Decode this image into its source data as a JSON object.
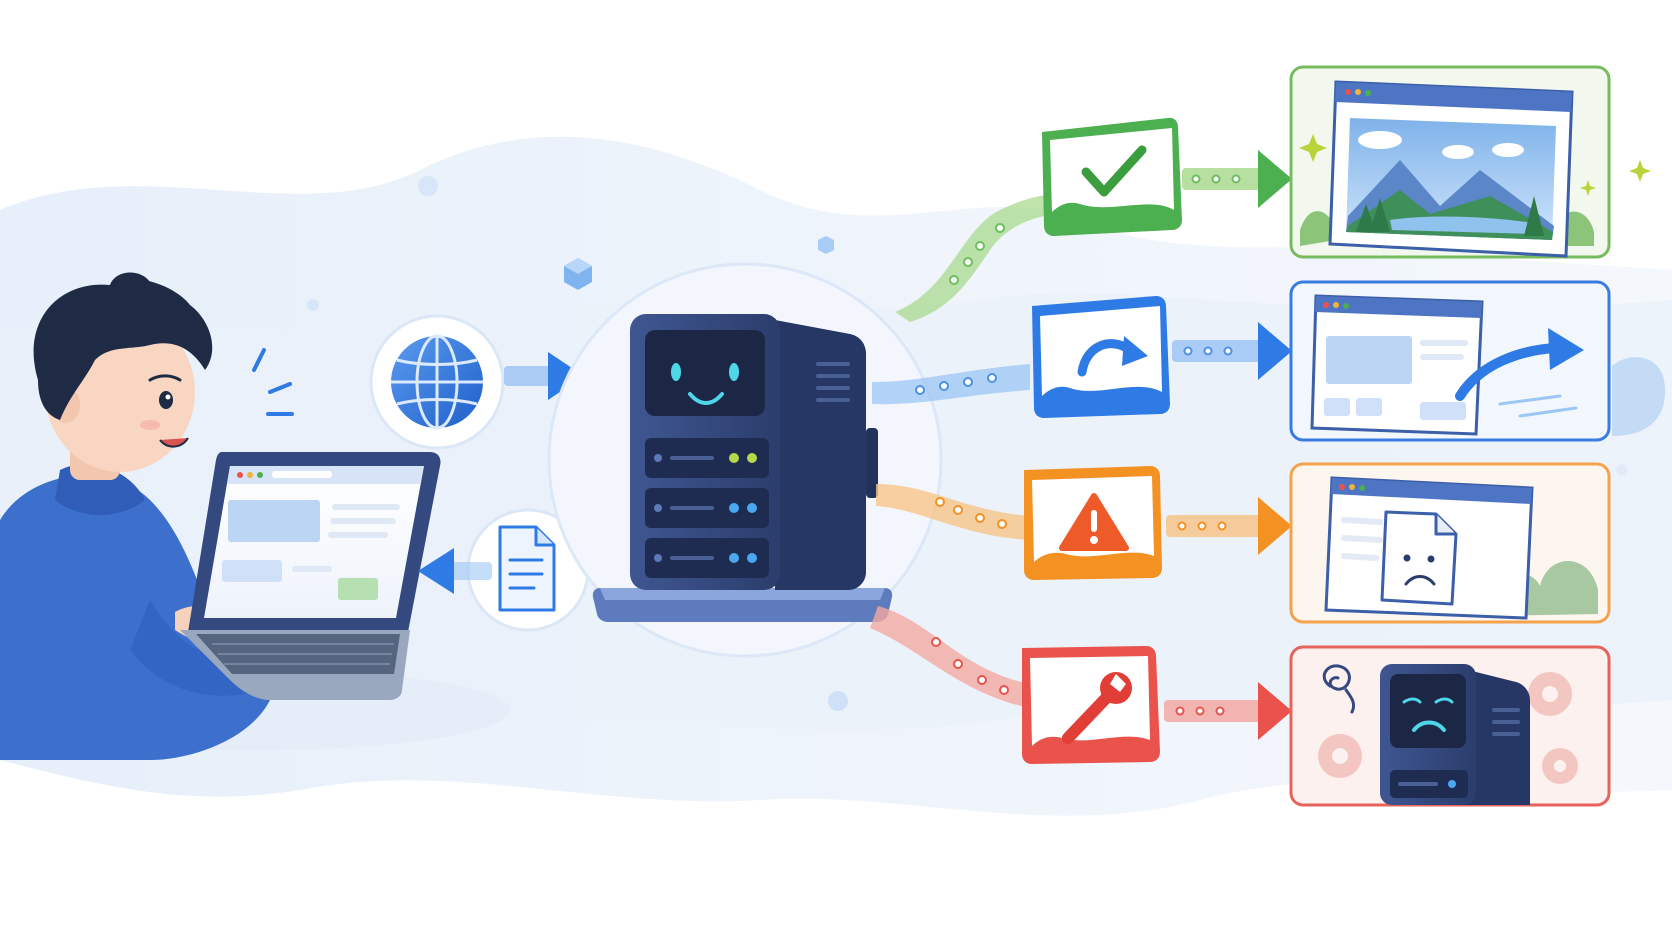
{
  "diagram": {
    "client": {
      "person": "person-icon",
      "laptop": "laptop-icon"
    },
    "request": {
      "icon": "globe-icon",
      "arrow_color": "#2f7be6"
    },
    "response": {
      "icon": "document-icon",
      "arrow_color": "#2f7be6"
    },
    "server": {
      "icon": "happy-server-icon",
      "body_color": "#34497f",
      "face_color": "#4fd6e8",
      "led_color": "#b6d84a"
    },
    "outcomes": [
      {
        "id": "success",
        "badge_icon": "checkmark-icon",
        "result_icon": "landscape-webpage-icon",
        "color": "#4caf50"
      },
      {
        "id": "redirect",
        "badge_icon": "curved-arrow-icon",
        "result_icon": "redirect-webpage-icon",
        "color": "#2f7be6"
      },
      {
        "id": "client-error",
        "badge_icon": "warning-icon",
        "result_icon": "sad-document-icon",
        "color": "#f39123"
      },
      {
        "id": "server-error",
        "badge_icon": "wrench-icon",
        "result_icon": "sad-server-icon",
        "color": "#e9534b"
      }
    ]
  }
}
